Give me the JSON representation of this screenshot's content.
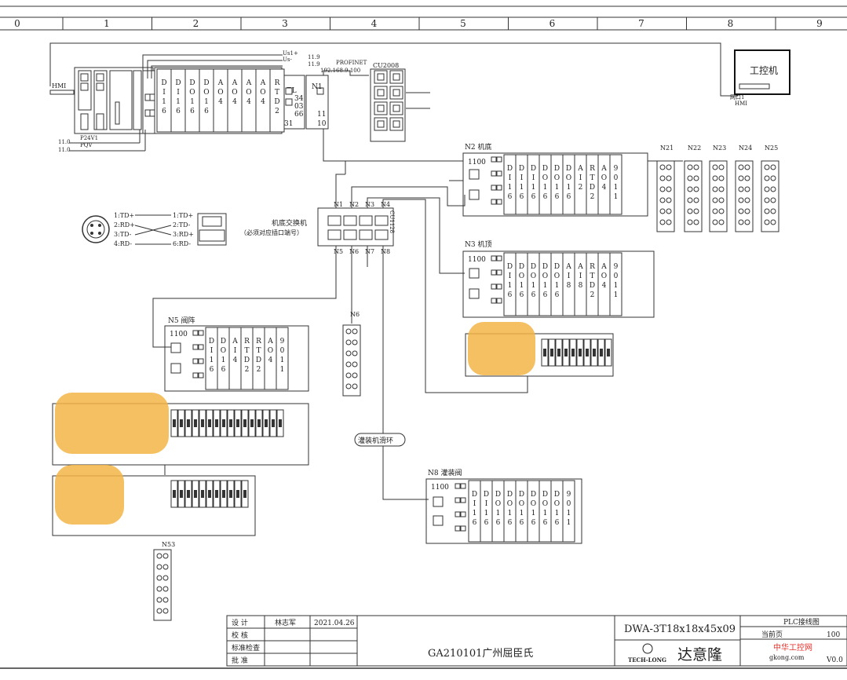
{
  "grid_columns": [
    "0",
    "1",
    "2",
    "3",
    "4",
    "5",
    "6",
    "7",
    "8",
    "9"
  ],
  "top_rack": {
    "hmi_label": "HMI",
    "power_labels": [
      "Us1+",
      "Us-",
      "11.9",
      "11.9"
    ],
    "profinet_label": "PROFINET",
    "ip_label": "192.168.9.100",
    "node_label": "N1",
    "bottom_labels": [
      "P24V1",
      "PQV",
      "11.0",
      "11.0"
    ],
    "modules": [
      "DI16",
      "DI16",
      "DO16",
      "DO16",
      "AO4",
      "AO4",
      "AO4",
      "AO4",
      "RTD2"
    ],
    "el_module": [
      "EL",
      "34",
      "03"
    ],
    "el_module2": [
      "66",
      "31"
    ],
    "el_module3": [
      "11",
      "10"
    ]
  },
  "switch_top": {
    "label": "CU2008"
  },
  "ipc": {
    "label": "工控机",
    "port_label": "网口1",
    "hmi_label": "HMI"
  },
  "n2": {
    "title": "N2 机底",
    "head": "1100",
    "modules": [
      "DI16",
      "DI16",
      "DI16",
      "DO16",
      "DO16",
      "DO16",
      "AI2",
      "RTD2",
      "AO4",
      "9011"
    ]
  },
  "n3": {
    "title": "N3 机顶",
    "head": "1100",
    "modules": [
      "DI16",
      "DO16",
      "DO16",
      "DO16",
      "DO16",
      "AI8",
      "AI8",
      "RTD2",
      "AO4",
      "9011"
    ]
  },
  "n5": {
    "title": "N5 阀阵",
    "head": "1100",
    "modules": [
      "DI16",
      "DO16",
      "AI4",
      "RTD2",
      "RTD2",
      "AO4",
      "9011"
    ]
  },
  "n8": {
    "title": "N8 灌装阀",
    "head": "1100",
    "modules": [
      "DI16",
      "DI16",
      "DO16",
      "DO16",
      "DO16",
      "DO16",
      "DO16",
      "DO16",
      "9011"
    ]
  },
  "switch_mid": {
    "label": "机底交换机",
    "note": "（必须对应插口端号）",
    "ports_top": [
      "N1",
      "N2",
      "N3",
      "N4"
    ],
    "ports_bottom": [
      "N5",
      "N6",
      "N7",
      "N8"
    ],
    "model": "CU1128"
  },
  "pinout": {
    "left": [
      "1:TD+",
      "2:RD+",
      "3:TD-",
      "4:RD-"
    ],
    "right": [
      "1:TD+",
      "2:TD-",
      "3:RD+",
      "6:RD-"
    ]
  },
  "io_blocks": {
    "labels": [
      "N21",
      "N22",
      "N23",
      "N24",
      "N25"
    ],
    "n6_label": "N6",
    "n53_label": "N53"
  },
  "slip_ring": {
    "label": "灌装机滑环"
  },
  "title_block": {
    "rows": [
      {
        "role": "设  计",
        "name": "林志军",
        "date": "2021.04.26"
      },
      {
        "role": "校  核",
        "name": "",
        "date": ""
      },
      {
        "role": "标准检查",
        "name": "",
        "date": ""
      },
      {
        "role": "批  准",
        "name": "",
        "date": ""
      }
    ],
    "project": "GA210101广州屈臣氏",
    "drawing_no": "DWA-3T18x18x45x09",
    "company": "达意隆",
    "logo_text": "TECH-LONG",
    "doc_title": "PLC接线图",
    "current_page_label": "当前页",
    "current_page": "100",
    "version": "V0.0"
  },
  "watermark": {
    "text": "中华工控网",
    "url": "gkong.com"
  }
}
